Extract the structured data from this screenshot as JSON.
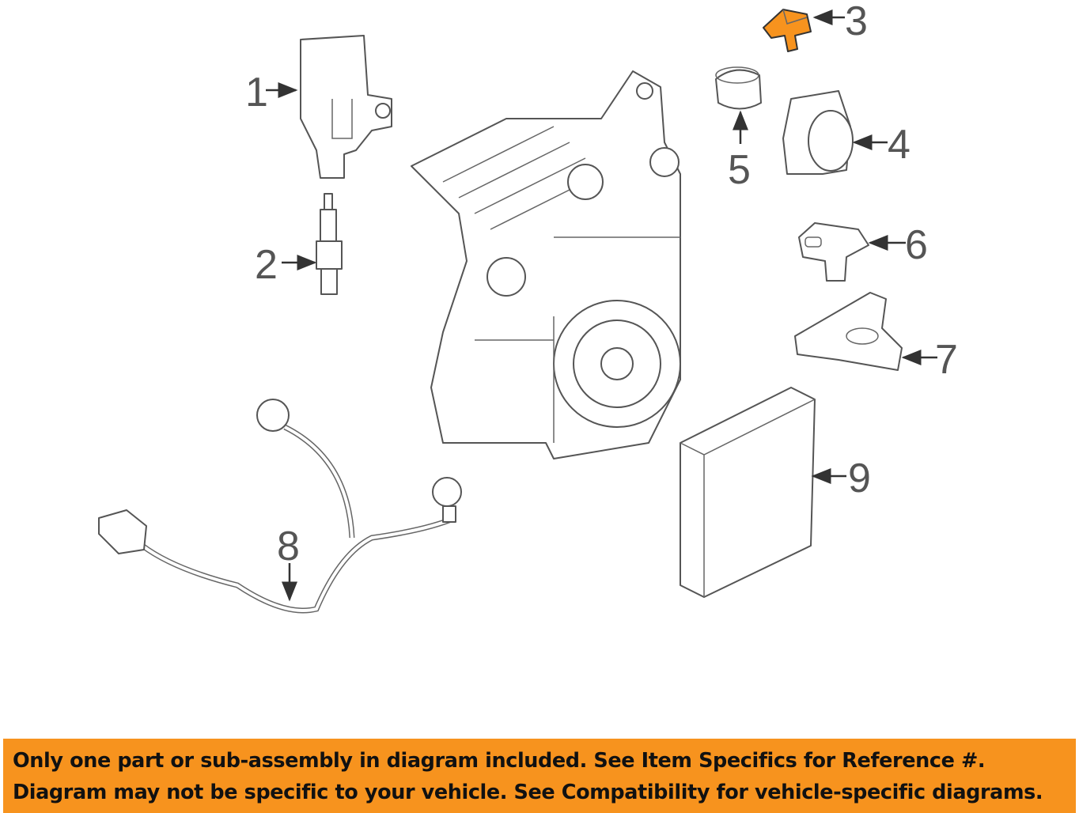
{
  "callouts": {
    "c1": "1",
    "c2": "2",
    "c3": "3",
    "c4": "4",
    "c5": "5",
    "c6": "6",
    "c7": "7",
    "c8": "8",
    "c9": "9"
  },
  "highlight_color": "#f7931e",
  "banner": {
    "line1": "Only one part or sub-assembly in diagram included. See Item Specifics for Reference #.",
    "line2": "Diagram may not be specific to your vehicle. See Compatibility for vehicle-specific diagrams."
  }
}
